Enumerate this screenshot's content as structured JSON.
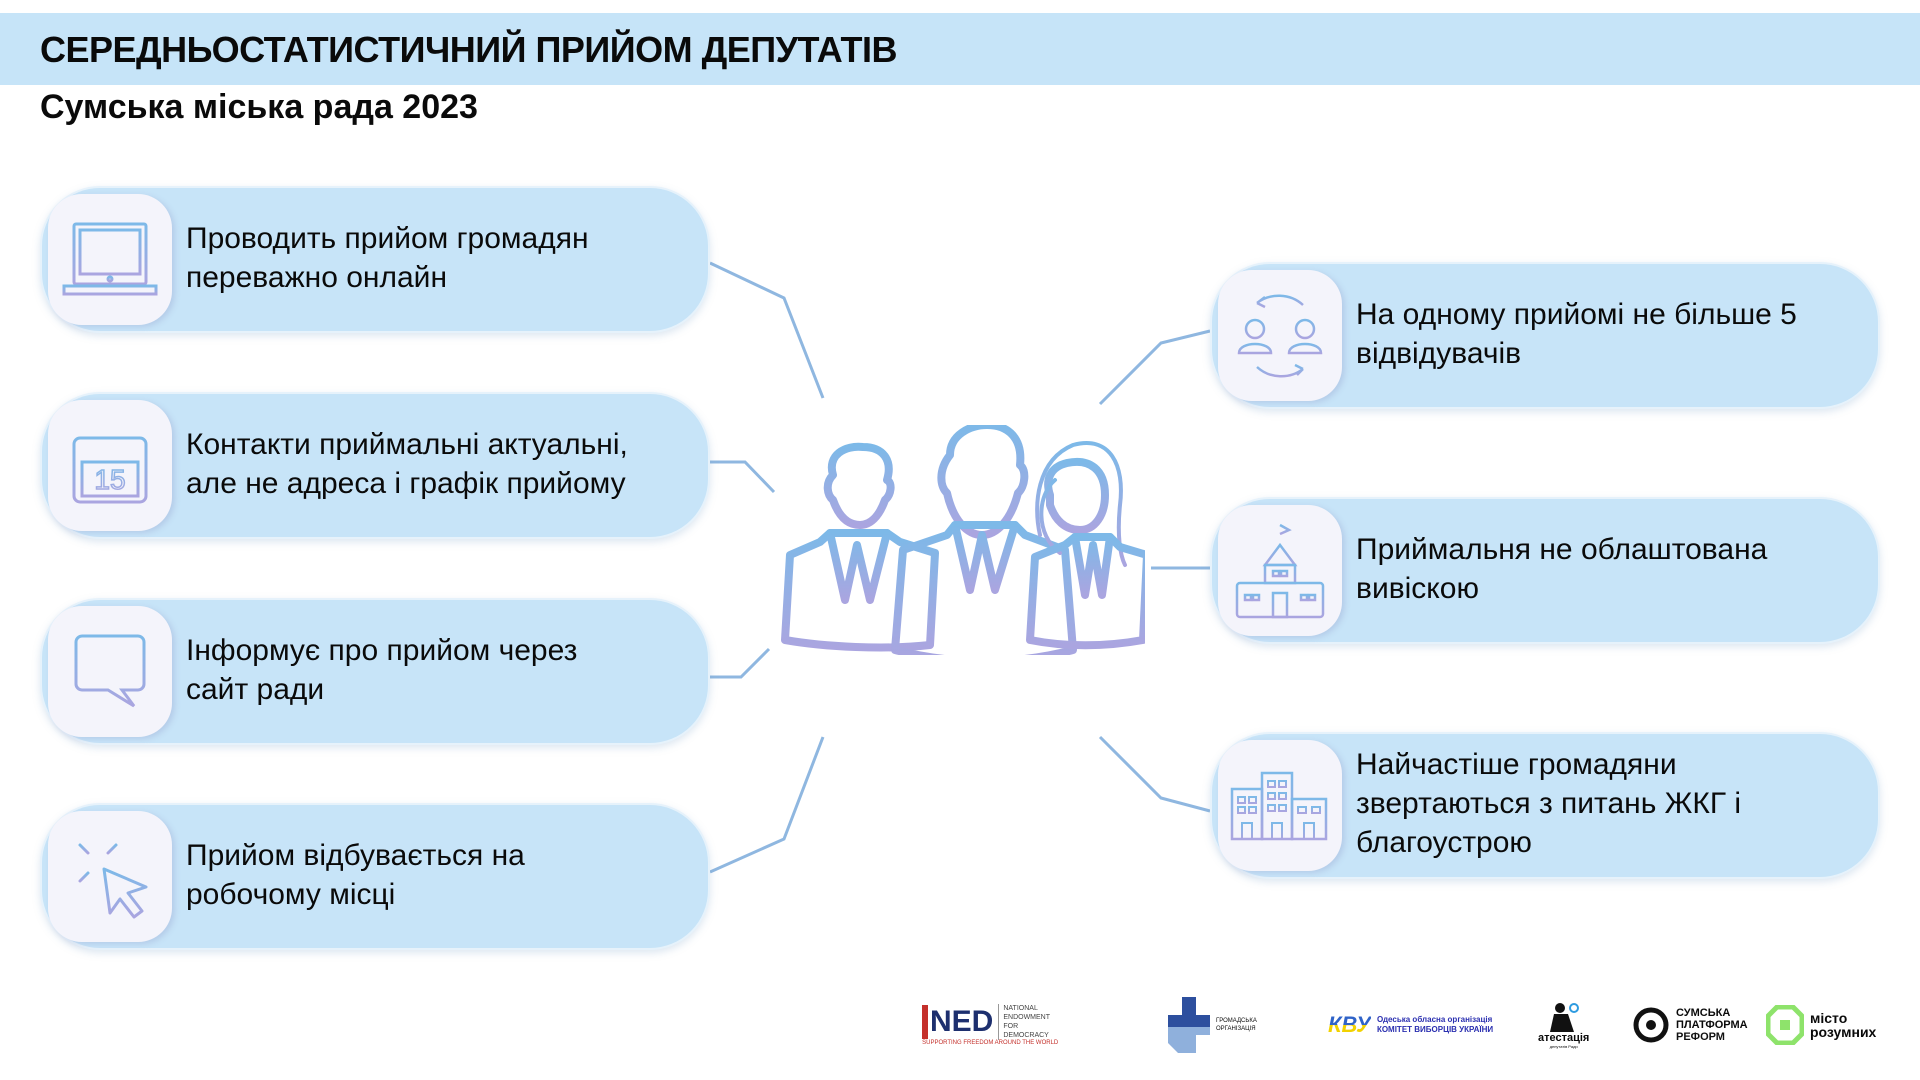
{
  "header": {
    "title": "СЕРЕДНЬОСТАТИСТИЧНИЙ ПРИЙОМ ДЕПУТАТІВ",
    "subtitle": "Сумська міська рада 2023"
  },
  "left_cards": [
    {
      "icon": "laptop-icon",
      "lines": [
        "Проводить прийом громадян",
        "переважно онлайн"
      ]
    },
    {
      "icon": "calendar-icon",
      "calendar_day": "15",
      "lines": [
        "Контакти приймальні актуальні,",
        "але не адреса і графік прийому"
      ]
    },
    {
      "icon": "chat-icon",
      "lines": [
        "Інформує про прийом через",
        "сайт ради"
      ]
    },
    {
      "icon": "cursor-click-icon",
      "lines": [
        "Прийом відбувається на",
        "робочому місці"
      ]
    }
  ],
  "right_cards": [
    {
      "icon": "people-exchange-icon",
      "lines": [
        "На одному прийомі не більше 5",
        "відвідувачів"
      ]
    },
    {
      "icon": "school-building-icon",
      "lines": [
        "Приймальня не облаштована",
        "вивіскою"
      ]
    },
    {
      "icon": "apartment-buildings-icon",
      "lines": [
        "Найчастіше громадяни",
        "звертаються з питань ЖКГ і",
        "благоустрою"
      ]
    }
  ],
  "logos": {
    "ned": {
      "mark": "NED",
      "name": "NATIONAL ENDOWMENT FOR DEMOCRACY",
      "tagline": "SUPPORTING FREEDOM AROUND THE WORLD"
    },
    "go": {
      "name": "ГРОМАДСЬКА ОРГАНІЗАЦІЯ"
    },
    "kvu": {
      "mark": "КВУ",
      "line1": "Одеська обласна організація",
      "line2": "КОМІТЕТ ВИБОРЦІВ УКРАЇНИ"
    },
    "atest": {
      "name": "атестація",
      "sub": "депутатів Ради"
    },
    "spr": {
      "line1": "СУМСЬКА",
      "line2": "ПЛАТФОРМА",
      "line3": "РЕФОРМ"
    },
    "misto": {
      "line1": "місто",
      "line2": "розумних"
    }
  },
  "colors": {
    "band": "#c6e4f8",
    "card": "#c7e4f8",
    "icon_blue": "#7db9e8",
    "icon_purple": "#aaa5e0",
    "connector": "#8fb7e0"
  }
}
